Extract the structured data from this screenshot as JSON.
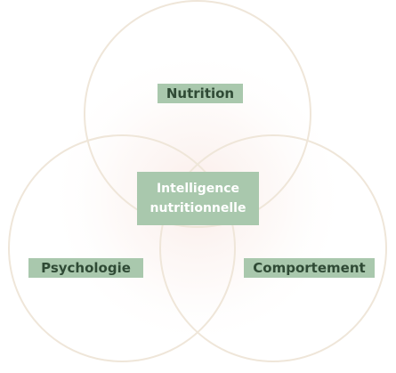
{
  "diagram": {
    "type": "venn",
    "sets": [
      {
        "id": "nutrition",
        "label": "Nutrition"
      },
      {
        "id": "psychologie",
        "label": "Psychologie"
      },
      {
        "id": "comportement",
        "label": "Comportement"
      }
    ],
    "intersection": {
      "line1": "Intelligence",
      "line2": "nutritionnelle"
    }
  },
  "colors": {
    "circle_stroke": "#efe6d9",
    "label_background": "#a9c8ad",
    "label_text": "#2f4a35",
    "center_text": "#ffffff",
    "glow": "#f7ddd6"
  }
}
